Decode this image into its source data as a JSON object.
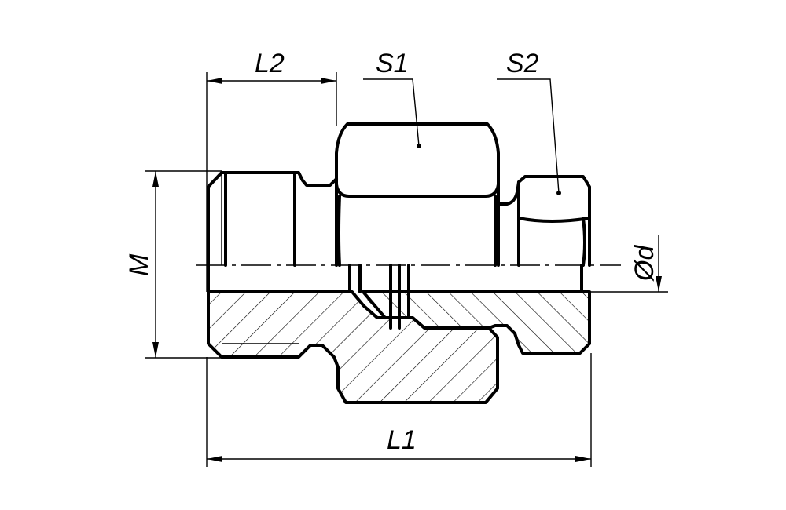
{
  "drawing": {
    "labels": {
      "l1": "L1",
      "l2": "L2",
      "s1": "S1",
      "s2": "S2",
      "m": "M",
      "d": "Ød"
    }
  }
}
